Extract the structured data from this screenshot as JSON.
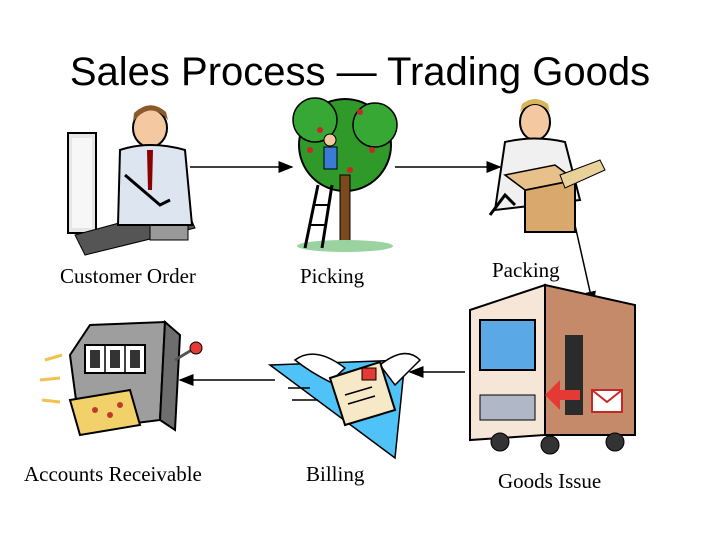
{
  "title": "Sales Process — Trading Goods",
  "steps": [
    {
      "label": "Customer Order",
      "icon": "computer-user-icon"
    },
    {
      "label": "Picking",
      "icon": "tree-picker-icon"
    },
    {
      "label": "Packing",
      "icon": "man-packing-box-icon"
    },
    {
      "label": "Goods Issue",
      "icon": "delivery-truck-icon"
    },
    {
      "label": "Billing",
      "icon": "flying-envelope-icon"
    },
    {
      "label": "Accounts Receivable",
      "icon": "cash-register-icon"
    }
  ],
  "colors": {
    "arrow": "#000000",
    "tree_green": "#2f9a2a",
    "sky_blue": "#4fc3f7",
    "box_tan": "#d9a86c",
    "truck_brown": "#c58a6a",
    "register_gray": "#8a8a8a"
  }
}
